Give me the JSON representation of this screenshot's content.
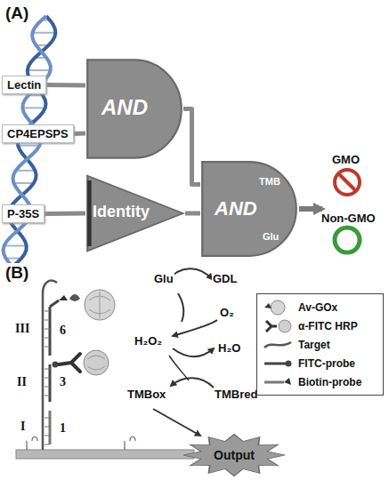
{
  "diagram": {
    "nodes": [
      {
        "text": [
          "Lectin"
        ]
      },
      {
        "text": [
          "CP4EPSPS"
        ]
      },
      {
        "text": [
          "P-35S"
        ]
      },
      {
        "text": [
          "AND"
        ]
      },
      {
        "text": [
          "Identity"
        ]
      },
      {
        "text": [
          "AND",
          "TMB",
          "Glu"
        ]
      },
      {
        "text": [
          "Output"
        ]
      }
    ],
    "edges": [
      {
        "from": 0,
        "to": 3,
        "arrow": "none"
      },
      {
        "from": 1,
        "to": 3,
        "arrow": "none"
      },
      {
        "from": 2,
        "to": 4,
        "arrow": "none"
      },
      {
        "from": 3,
        "to": 5,
        "arrow": "none"
      },
      {
        "from": 4,
        "to": 5,
        "arrow": "none"
      }
    ],
    "labels": [
      "(A)",
      "GMO",
      "Non-GMO",
      "(B)",
      "III",
      "II",
      "I",
      "6",
      "3",
      "1",
      "Glu",
      "GDL",
      "O₂",
      "H₂O₂",
      "H₂O",
      "TMBox",
      "TMBred"
    ],
    "legend": [
      {
        "text": "Av-GOx"
      },
      {
        "text": "α-FITC HRP"
      },
      {
        "text": "Target"
      },
      {
        "text": "FITC-probe"
      },
      {
        "text": "Biotin-probe"
      }
    ]
  }
}
